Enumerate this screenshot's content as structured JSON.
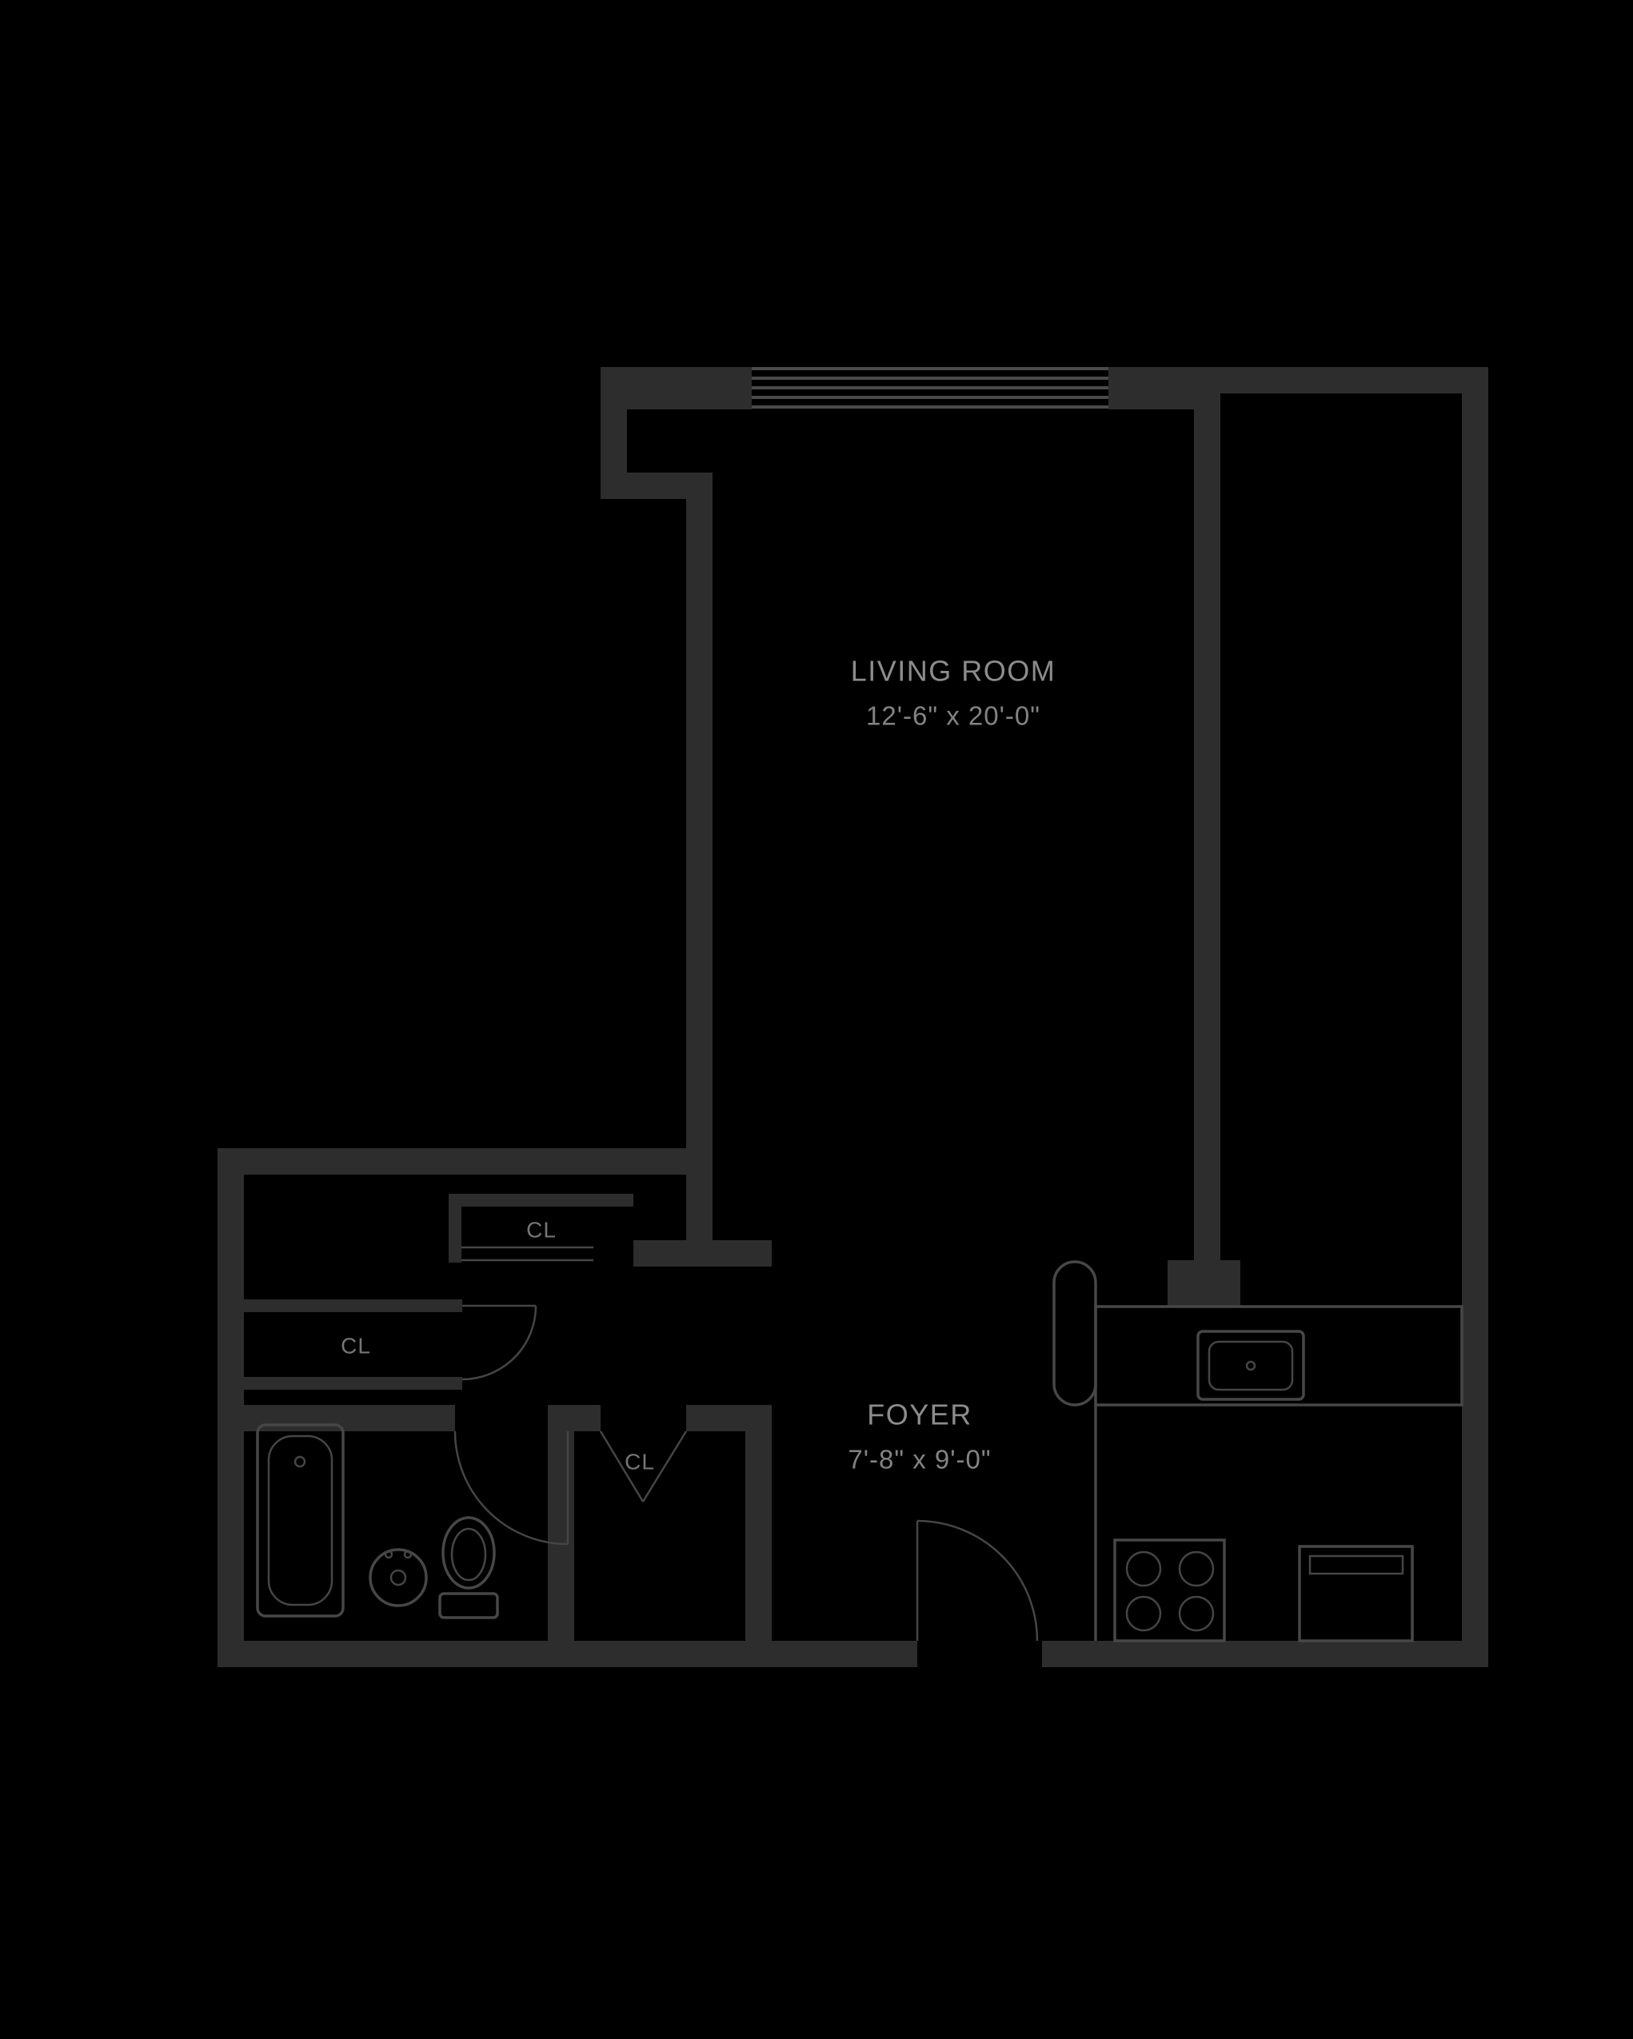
{
  "plan": {
    "type": "apartment-floor-plan",
    "rooms": {
      "living_room": {
        "name": "LIVING ROOM",
        "dimensions": "12'-6\" x 20'-0\""
      },
      "foyer": {
        "name": "FOYER",
        "dimensions": "7'-8\" x 9'-0\""
      },
      "closet_hall": {
        "label": "CL"
      },
      "closet_left": {
        "label": "CL"
      },
      "closet_foyer": {
        "label": "CL"
      }
    },
    "fixtures": [
      "window",
      "bathtub",
      "toilet",
      "bathroom-sink",
      "kitchen-counter",
      "kitchen-sink",
      "stove",
      "kitchen-appliance",
      "entry-door",
      "bathroom-door",
      "closet-swing-door",
      "closet-sliding-door",
      "closet-bifold-door"
    ],
    "colors": {
      "background": "#000000",
      "wall": "#2d2d2d",
      "fixture_line": "#474747",
      "room_label": "#8c8c8c",
      "closet_label": "#757575"
    }
  }
}
